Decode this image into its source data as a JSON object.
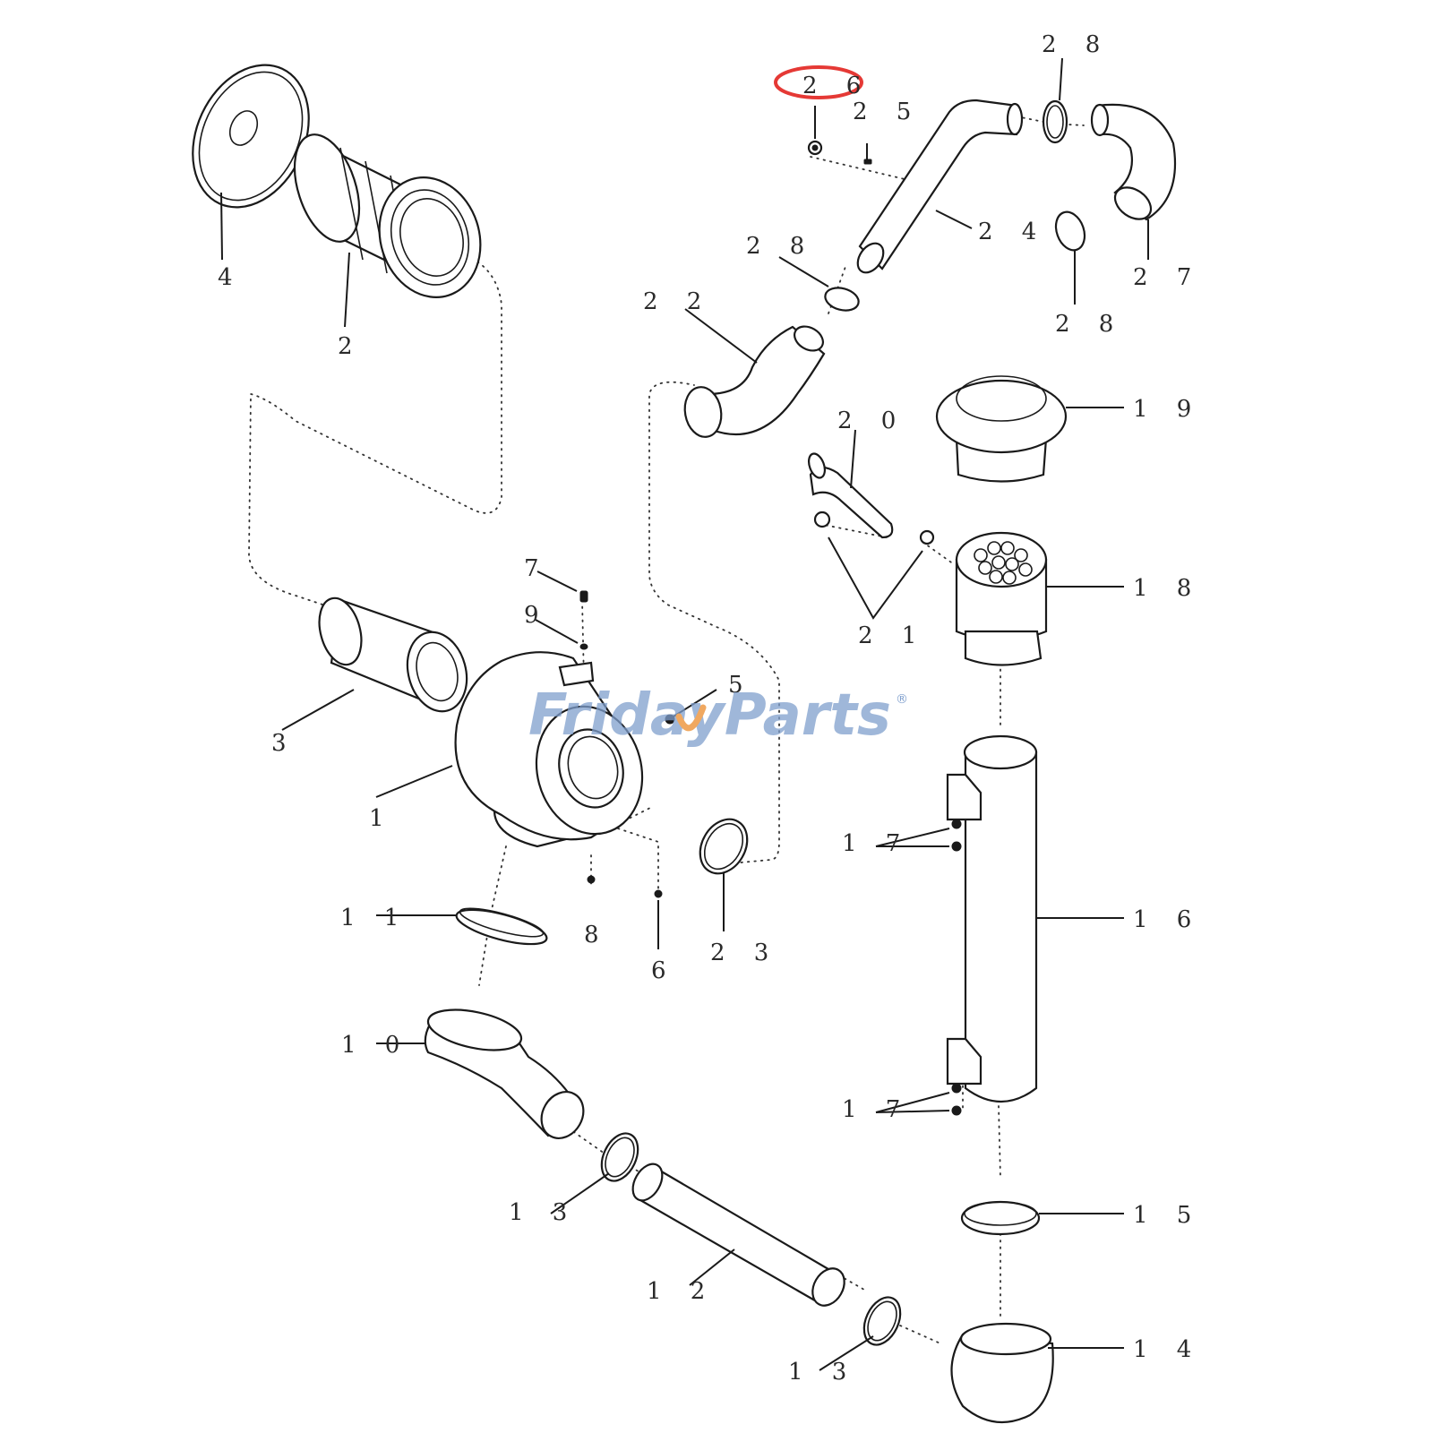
{
  "watermark": {
    "brand": "FridayParts",
    "registered_mark": "®",
    "color": "#7f9fcd",
    "accent_color": "#f0a860"
  },
  "highlight": {
    "color": "#e53935",
    "target_label": "2 6"
  },
  "callouts": {
    "p1": "1",
    "p2": "2",
    "p3": "3",
    "p4": "4",
    "p5": "5",
    "p6": "6",
    "p7": "7",
    "p8": "8",
    "p9": "9",
    "p10": "1 0",
    "p11": "1 1",
    "p12": "1 2",
    "p13a": "1 3",
    "p13b": "1 3",
    "p14": "1 4",
    "p15": "1 5",
    "p16": "1 6",
    "p17a": "1 7",
    "p17b": "1 7",
    "p18": "1 8",
    "p19": "1 9",
    "p20": "2 0",
    "p21": "2 1",
    "p22": "2 2",
    "p23": "2 3",
    "p24": "2 4",
    "p25": "2 5",
    "p26": "2 6",
    "p27": "2 7",
    "p28a": "2 8",
    "p28b": "2 8",
    "p28c": "2 8"
  }
}
